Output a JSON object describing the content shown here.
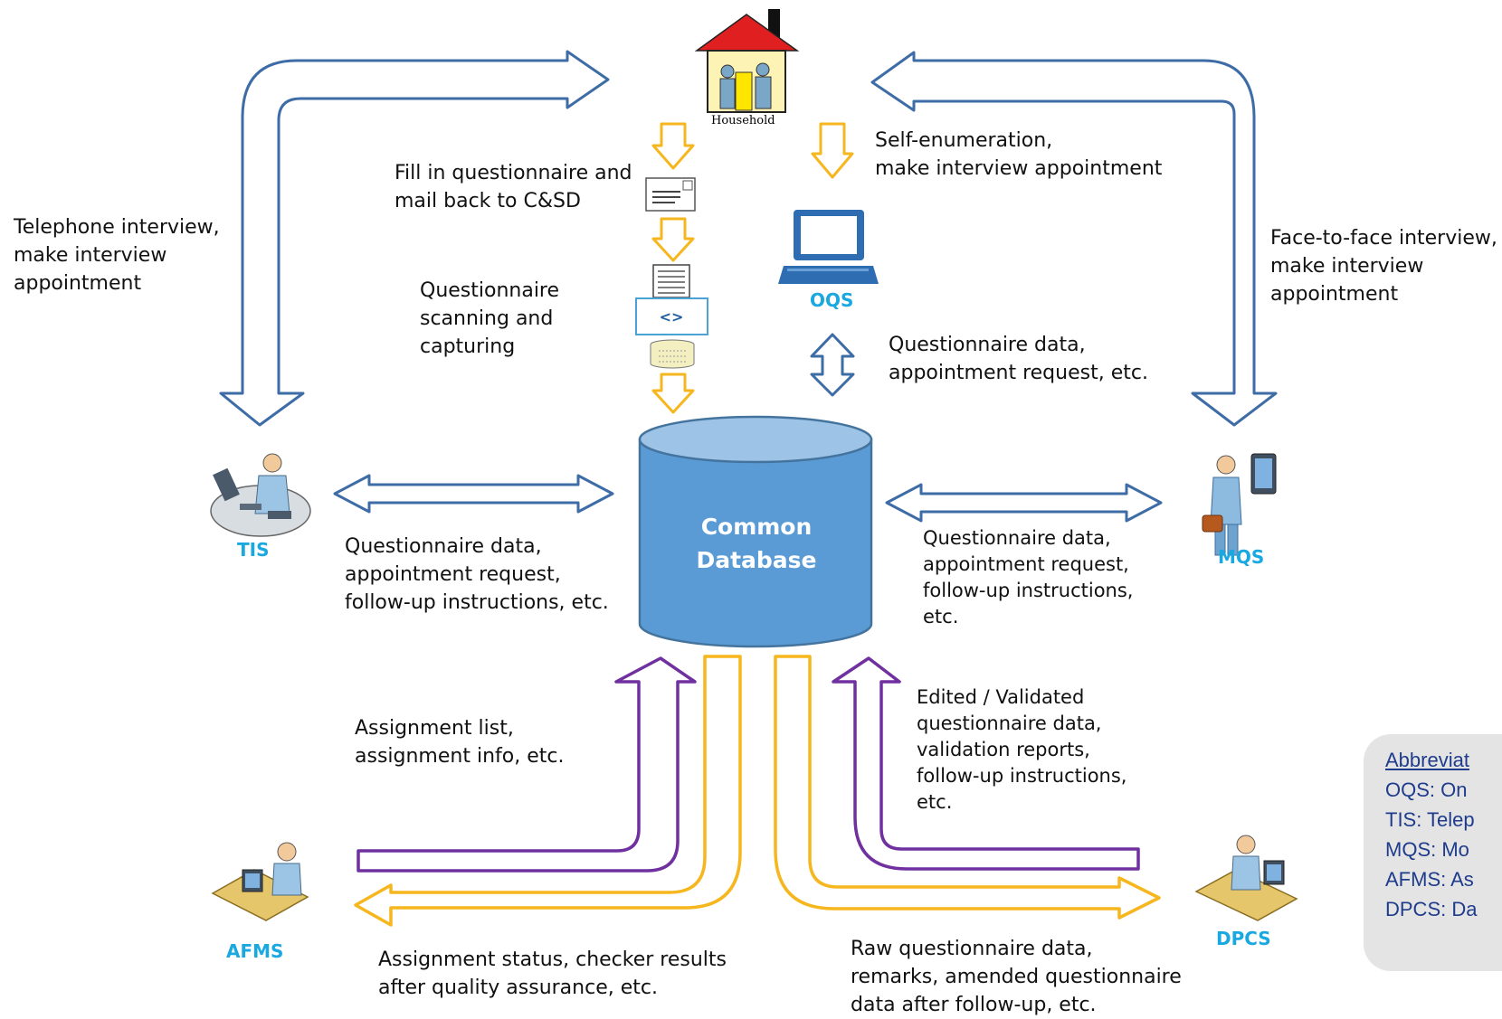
{
  "nodes": {
    "household": "Household",
    "oqs": "OQS",
    "tis": "TIS",
    "mqs": "MQS",
    "afms": "AFMS",
    "dpcs": "DPCS",
    "database": "Common\nDatabase"
  },
  "labels": {
    "telephone": "Telephone interview,\nmake interview\nappointment",
    "face_to_face": "Face-to-face interview,\nmake interview\nappointment",
    "fill_in": "Fill in questionnaire and\nmail back to C&SD",
    "self_enum": "Self-enumeration,\nmake interview appointment",
    "scanning": "Questionnaire\nscanning and\ncapturing",
    "oqs_data": "Questionnaire data,\nappointment request, etc.",
    "tis_data": "Questionnaire data,\nappointment request,\nfollow-up instructions, etc.",
    "mqs_data": "Questionnaire data,\nappointment request,\nfollow-up instructions,\netc.",
    "assignment_list": "Assignment list,\nassignment info, etc.",
    "edited": "Edited / Validated\nquestionnaire data,\nvalidation reports,\nfollow-up instructions,\netc.",
    "assignment_status": "Assignment status, checker results\nafter quality assurance, etc.",
    "raw_data": "Raw questionnaire data,\nremarks, amended questionnaire\ndata after follow-up, etc."
  },
  "abbreviations": {
    "title": "Abbreviat",
    "items": [
      "OQS: On",
      "TIS: Telep",
      "MQS: Mo",
      "AFMS: As",
      "DPCS: Da"
    ]
  },
  "colors": {
    "blue_arrow": "#3d6ca6",
    "yellow_arrow": "#f6b61d",
    "purple_arrow": "#7030a0",
    "database_fill": "#5b9bd5",
    "system_label": "#19a8e0",
    "abbr_text": "#1f3c8c"
  }
}
